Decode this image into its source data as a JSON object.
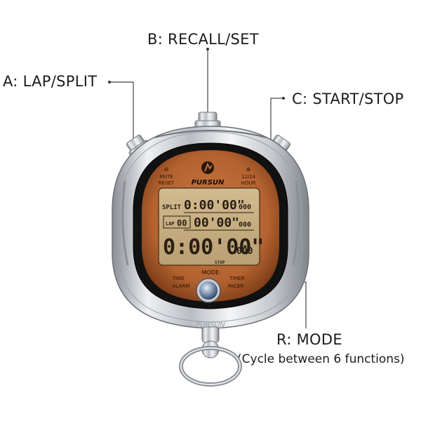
{
  "callouts": {
    "lap_split": "A: LAP/SPLIT",
    "recall_set": "B: RECALL/SET",
    "start_stop": "C: START/STOP",
    "mode": "R: MODE",
    "mode_note": "(Cycle between 6 functions)"
  },
  "watch": {
    "brand": "PURSUN",
    "mute_reset_top": "MUTE",
    "mute_reset_bottom": "RESET",
    "hour_top": "12/24",
    "hour_bottom": "HOUR",
    "minus_symbol": "⊖",
    "plus_symbol": "⊕",
    "split_label": "SPLIT",
    "split_time": "0:00'00\"",
    "split_ms": "000",
    "lap_label": "LAP",
    "lap_number": "00",
    "lap_time": "00'00\"",
    "lap_ms": "000",
    "main_time": "0:00'00\"",
    "main_ms": "000",
    "stop_label": "STOP",
    "mode_label": "·MODE·",
    "time_label": "TIME",
    "alarm_label": "ALARM",
    "timer_label": "TIMER",
    "pacer_label": "PACER",
    "bezel_text": "PURSUN"
  },
  "colors": {
    "face": "#b4622f",
    "lcd": "#c9b184",
    "chrome": "#c9ccd1"
  }
}
